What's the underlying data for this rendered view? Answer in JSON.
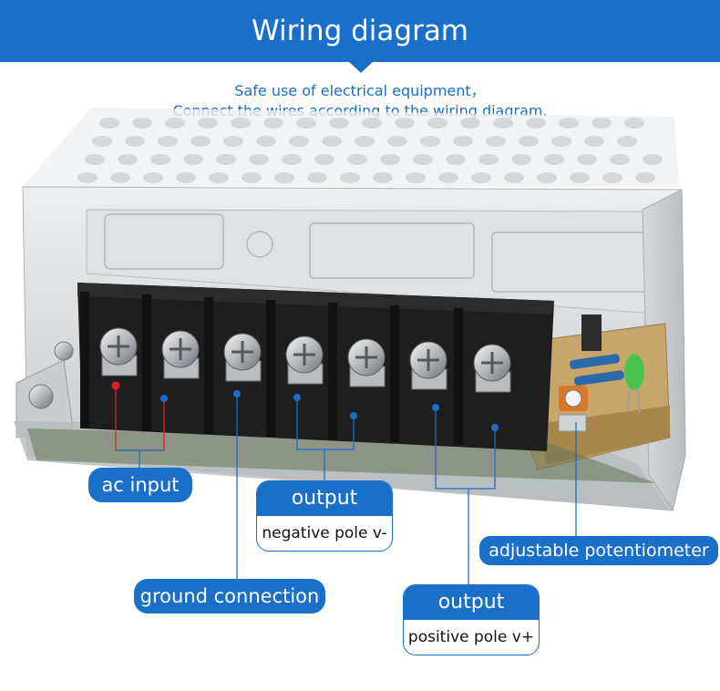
{
  "header": {
    "title": "Wiring diagram"
  },
  "subtitle": {
    "line1": "Safe use of electrical equipment，",
    "line2": "Connect the wires according to the wiring diagram."
  },
  "labels": {
    "ac_input": "ac input",
    "ground_connection": "ground connection",
    "output_negative": {
      "title": "output",
      "detail": "negative pole v-"
    },
    "output_positive": {
      "title": "output",
      "detail": "positive pole v+"
    },
    "adjustable_potentiometer": "adjustable potentiometer"
  },
  "colors": {
    "accent": "#1a6fc9",
    "ac_live_dot": "#e0202a",
    "terminal_block": "#1e1e1e",
    "casing": "#cfd2d4",
    "pcb": "#c8a56a"
  }
}
